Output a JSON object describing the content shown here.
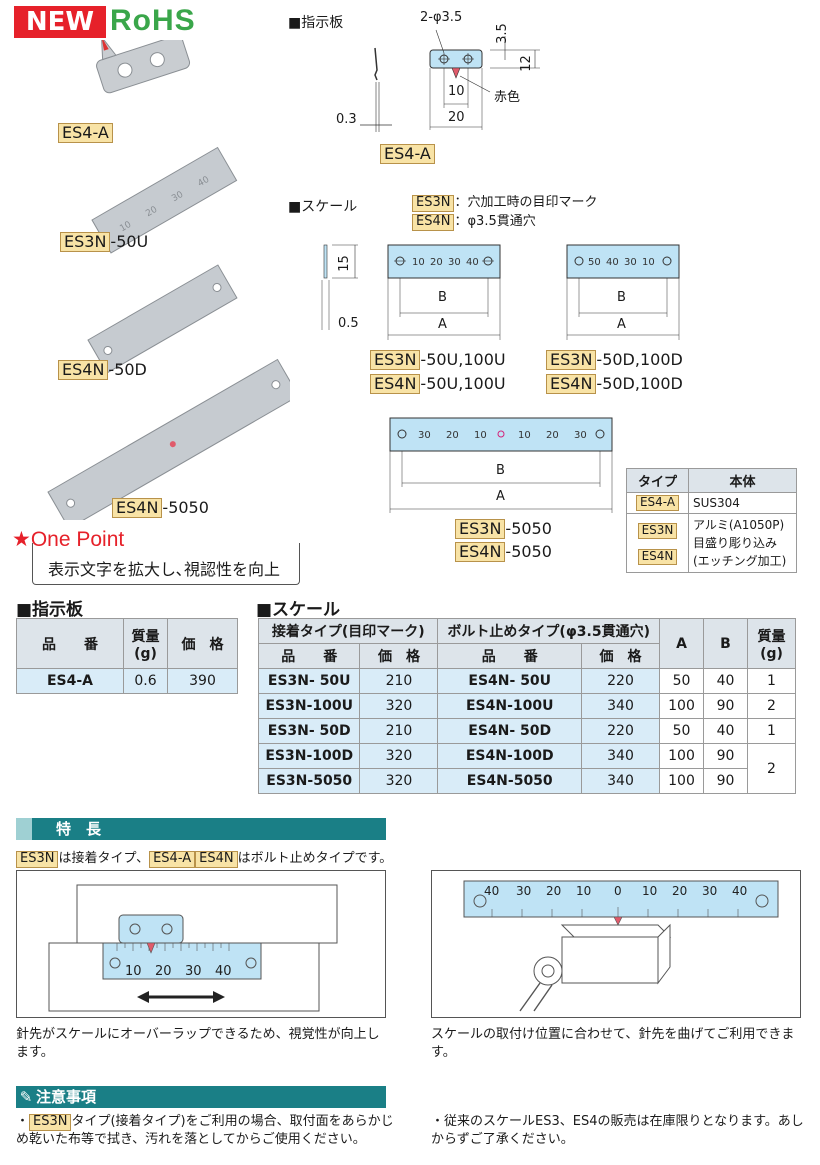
{
  "header": {
    "new_label": "NEW",
    "rohs_label": "RoHS"
  },
  "products": {
    "es4a": "ES4-A",
    "es3n_50u": "ES3N",
    "es3n_50u_suffix": "-50U",
    "es4n_50d": "ES4N",
    "es4n_50d_suffix": "-50D",
    "es4n_5050": "ES4N",
    "es4n_5050_suffix": "-5050"
  },
  "one_point": {
    "title": "One Point",
    "text": "表示文字を拡大し､視認性を向上"
  },
  "indicator_drawing": {
    "section": "■指示板",
    "hole_label": "2-φ3.5",
    "dim_35": "3.5",
    "dim_12": "12",
    "dim_10": "10",
    "dim_20": "20",
    "dim_03": "0.3",
    "red_label": "赤色",
    "part_label": "ES4-A"
  },
  "scale_drawing": {
    "section": "■スケール",
    "legend_es3n": "ES3N",
    "legend_es3n_text": "：穴加工時の目印マーク",
    "legend_es4n": "ES4N",
    "legend_es4n_text": "：φ3.5貫通穴",
    "dim_15": "15",
    "dim_05": "0.5",
    "label_b": "B",
    "label_a": "A",
    "u_es3n": "ES3N",
    "u_es3n_suffix": "-50U,100U",
    "u_es4n": "ES4N",
    "u_es4n_suffix": "-50U,100U",
    "d_es3n": "ES3N",
    "d_es3n_suffix": "-50D,100D",
    "d_es4n": "ES4N",
    "d_es4n_suffix": "-50D,100D",
    "c_es3n": "ES3N",
    "c_es3n_suffix": "-5050",
    "c_es4n": "ES4N",
    "c_es4n_suffix": "-5050"
  },
  "material_table": {
    "col_type": "タイプ",
    "col_body": "本体",
    "row1_type": "ES4-A",
    "row1_body": "SUS304",
    "row2_type_a": "ES3N",
    "row2_type_b": "ES4N",
    "row2_body_1": "アルミ(A1050P)",
    "row2_body_2": "目盛り彫り込み",
    "row2_body_3": "(エッチング加工)"
  },
  "indicator_table": {
    "title": "■指示板",
    "col_part": "品　　番",
    "col_mass": "質量",
    "col_mass_unit": "(g)",
    "col_price": "価　格",
    "row_part": "ES4-A",
    "row_mass": "0.6",
    "row_price": "390"
  },
  "scale_table": {
    "title": "■スケール",
    "group1": "接着タイプ(目印マーク)",
    "group2": "ボルト止めタイプ(φ3.5貫通穴)",
    "col_part": "品　　番",
    "col_price": "価　格",
    "col_a": "A",
    "col_b": "B",
    "col_mass": "質量",
    "col_mass_unit": "(g)",
    "rows": [
      {
        "p1": "ES3N- 50U",
        "pr1": "210",
        "p2": "ES4N- 50U",
        "pr2": "220",
        "a": "50",
        "b": "40",
        "m": "1"
      },
      {
        "p1": "ES3N-100U",
        "pr1": "320",
        "p2": "ES4N-100U",
        "pr2": "340",
        "a": "100",
        "b": "90",
        "m": "2"
      },
      {
        "p1": "ES3N- 50D",
        "pr1": "210",
        "p2": "ES4N- 50D",
        "pr2": "220",
        "a": "50",
        "b": "40",
        "m": "1"
      },
      {
        "p1": "ES3N-100D",
        "pr1": "320",
        "p2": "ES4N-100D",
        "pr2": "340",
        "a": "100",
        "b": "90",
        "m": "2"
      },
      {
        "p1": "ES3N-5050",
        "pr1": "320",
        "p2": "ES4N-5050",
        "pr2": "340",
        "a": "100",
        "b": "90",
        "m": ""
      }
    ]
  },
  "features": {
    "title": "特　長",
    "line_badge1": "ES3N",
    "line_text1": "は接着タイプ、",
    "line_badge2": "ES4-A",
    "line_badge3": "ES4N",
    "line_text2": "はボルト止めタイプです。",
    "caption_left": "針先がスケールにオーバーラップできるため、視覚性が向上します。",
    "caption_right": "スケールの取付け位置に合わせて、針先を曲げてご利用できます。"
  },
  "caution": {
    "title": "注意事項",
    "badge": "ES3N",
    "left_text": "タイプ(接着タイプ)をご利用の場合、取付面をあらかじめ乾いた布等で拭き、汚れを落としてからご使用ください。",
    "right_text": "従来のスケールES3、ES4の販売は在庫限りとなります。あしからずご了承ください。"
  },
  "colors": {
    "accent_red": "#e6212a",
    "rohs_green": "#3aa64a",
    "teal": "#1a7f86",
    "scale_blue": "#bfe3f5",
    "badge_yellow": "#f8e3a6"
  }
}
